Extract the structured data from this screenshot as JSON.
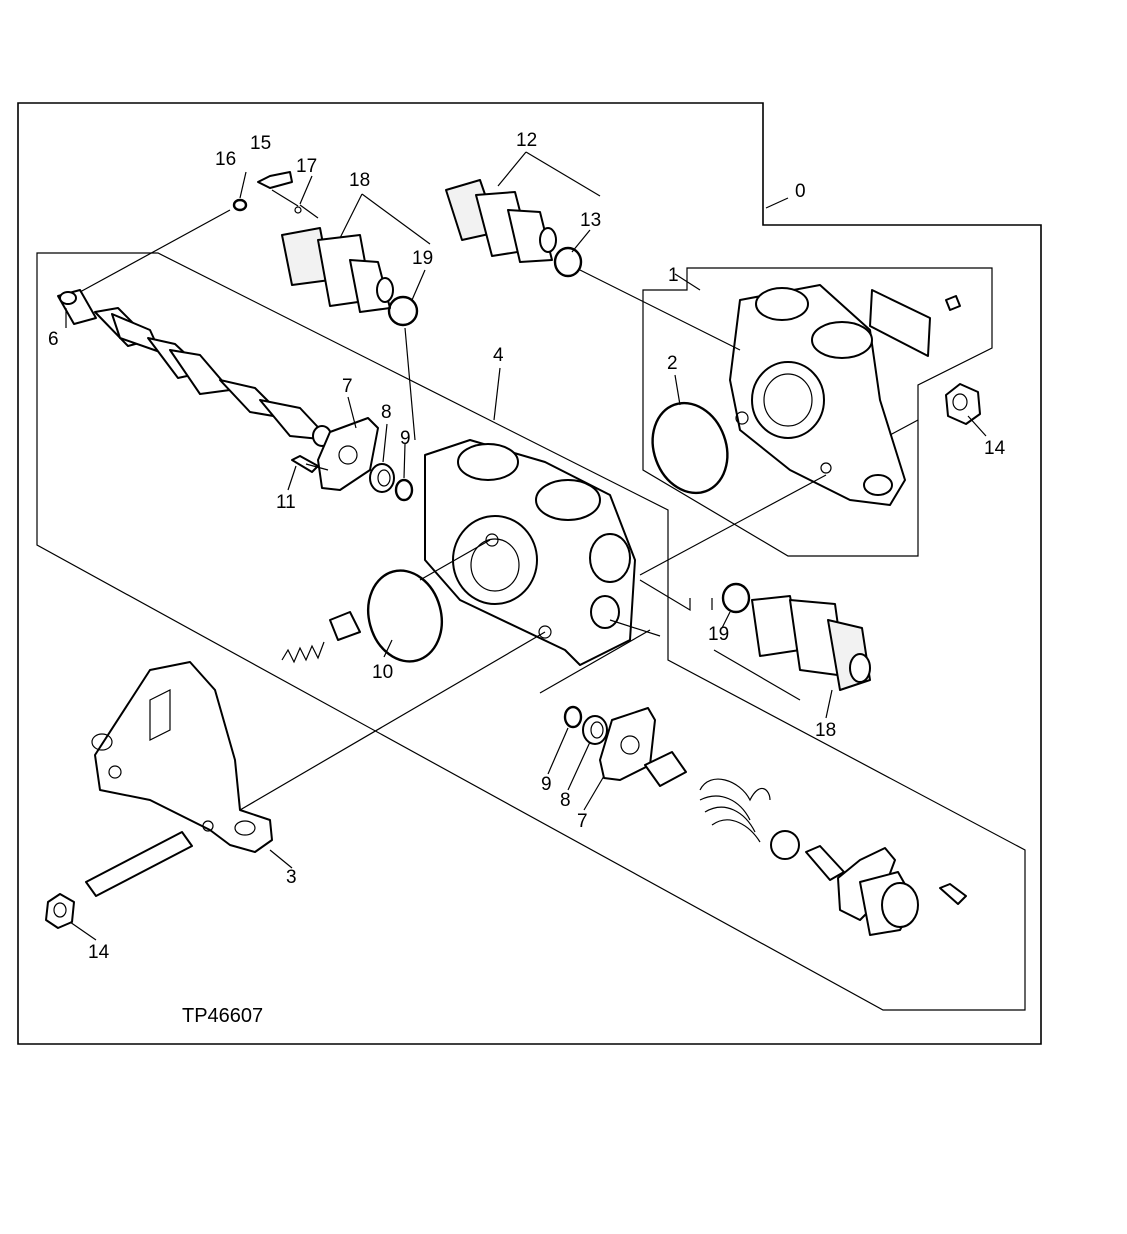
{
  "diagram": {
    "reference_code": "TP46607",
    "callouts": [
      {
        "id": "c0",
        "text": "0"
      },
      {
        "id": "c1",
        "text": "1"
      },
      {
        "id": "c2",
        "text": "2"
      },
      {
        "id": "c3",
        "text": "3"
      },
      {
        "id": "c4",
        "text": "4"
      },
      {
        "id": "c6",
        "text": "6"
      },
      {
        "id": "c7a",
        "text": "7"
      },
      {
        "id": "c7b",
        "text": "7"
      },
      {
        "id": "c8a",
        "text": "8"
      },
      {
        "id": "c8b",
        "text": "8"
      },
      {
        "id": "c9a",
        "text": "9"
      },
      {
        "id": "c9b",
        "text": "9"
      },
      {
        "id": "c10",
        "text": "10"
      },
      {
        "id": "c11",
        "text": "11"
      },
      {
        "id": "c12",
        "text": "12"
      },
      {
        "id": "c13",
        "text": "13"
      },
      {
        "id": "c14a",
        "text": "14"
      },
      {
        "id": "c14b",
        "text": "14"
      },
      {
        "id": "c15",
        "text": "15"
      },
      {
        "id": "c16",
        "text": "16"
      },
      {
        "id": "c17",
        "text": "17"
      },
      {
        "id": "c18a",
        "text": "18"
      },
      {
        "id": "c18b",
        "text": "18"
      },
      {
        "id": "c19a",
        "text": "19"
      },
      {
        "id": "c19b",
        "text": "19"
      }
    ]
  }
}
